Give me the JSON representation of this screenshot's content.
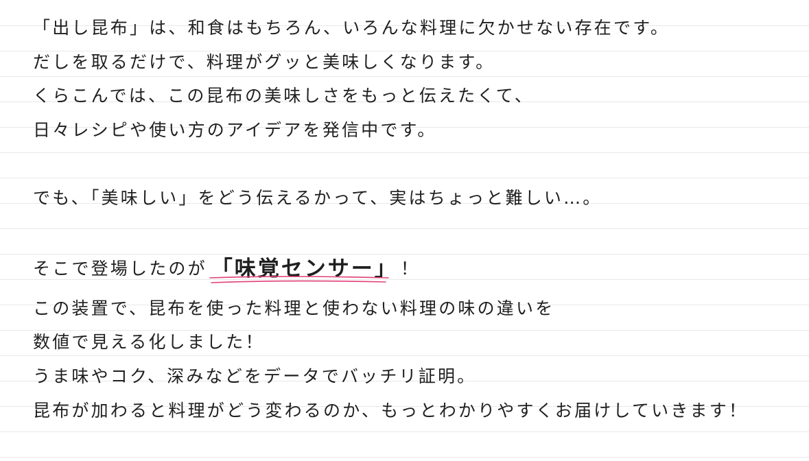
{
  "paragraph1": {
    "line1": "「出し昆布」は、和食はもちろん、いろんな料理に欠かせない存在です。",
    "line2": "だしを取るだけで、料理がグッと美味しくなります。",
    "line3": "くらこんでは、この昆布の美味しさをもっと伝えたくて、",
    "line4": "日々レシピや使い方のアイデアを発信中です。"
  },
  "paragraph2": {
    "line1": "でも、「美味しい」をどう伝えるかって、実はちょっと難しい…。"
  },
  "paragraph3": {
    "lead": "そこで登場したのが",
    "highlight": "「味覚センサー」",
    "exclaim": "！",
    "line2": "この装置で、昆布を使った料理と使わない料理の味の違いを",
    "line3": "数値で見える化しました！",
    "line4": "うま味やコク、深みなどをデータでバッチリ証明。",
    "line5": "昆布が加わると料理がどう変わるのか、もっとわかりやすくお届けしていきます！"
  },
  "colors": {
    "text": "#1f1f1f",
    "rule_lines": "#e8e8e8",
    "underline_accent": "#e0407a"
  }
}
